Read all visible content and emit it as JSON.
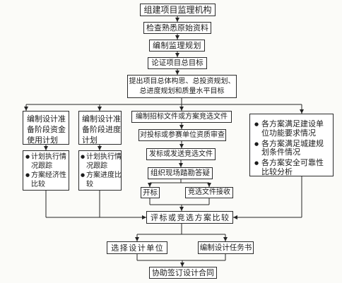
{
  "figure": {
    "start": "组建项目监理机构",
    "check_materials": "检查熟悉原始资料",
    "supervision_plan": "编制监理规划",
    "verify_objectives": "论证项目总目标",
    "overall_concept": [
      "提出项目总体构思、总投资规划、",
      "总进度规划和质量水平目标"
    ],
    "branch_fund": {
      "title": [
        "编制设计准",
        "备阶段资金",
        "使用计划"
      ],
      "points": [
        [
          "计划执行情",
          "况跟踪"
        ],
        [
          "方案经济性",
          "比较"
        ]
      ]
    },
    "branch_schedule": {
      "title": [
        "编制设计准",
        "备阶段进度",
        "计划"
      ],
      "points": [
        [
          "计划执行情",
          "况跟踪"
        ],
        [
          "方案进度比",
          "较"
        ]
      ]
    },
    "branch_bidding": {
      "steps": [
        "编制招标文件或方案竞选文件",
        "对投标或参赛单位资质审查",
        "发标或发送竞选文件",
        "组织现场踏勘答疑"
      ],
      "open_bid": "开标",
      "receive_entries": "竞选文件接收"
    },
    "branch_compare": {
      "points": [
        [
          "各方案满足建设单",
          "位功能要求情况"
        ],
        [
          "各方案满足城建规",
          "划条件情况"
        ],
        [
          "各方案安全可靠性",
          "比较分析"
        ]
      ]
    },
    "evaluation": "评标或竞选方案比较",
    "select_designer": "选择设计单位",
    "design_brief": "编制设计任务书",
    "contract": "协助签订设计合同"
  }
}
